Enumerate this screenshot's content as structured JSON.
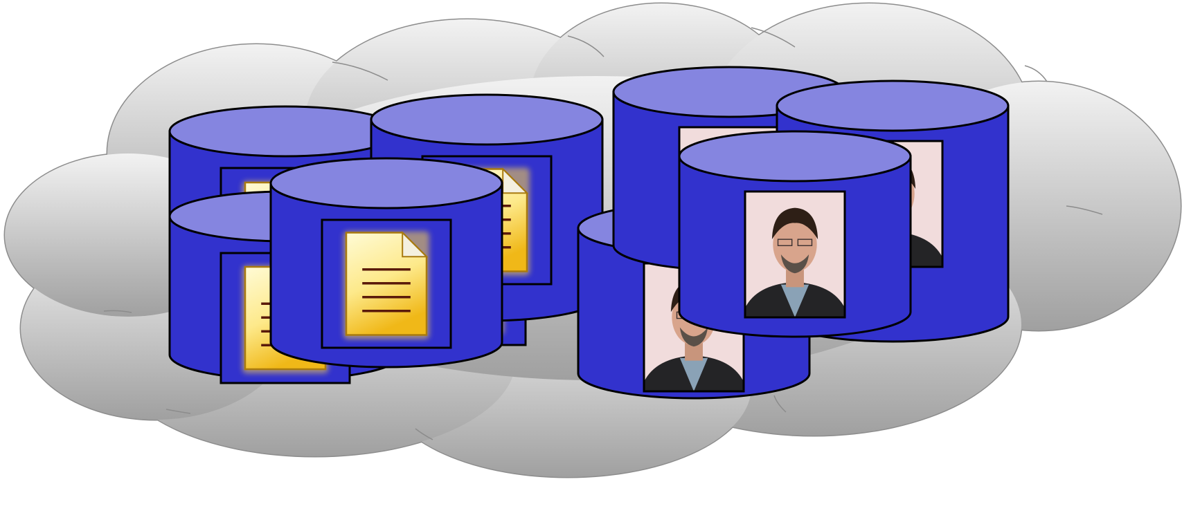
{
  "colors": {
    "background": "#ffffff",
    "cloud_top": "#f2f2f2",
    "cloud_bottom": "#a0a0a0",
    "cloud_outline": "#8c8c8c",
    "cylinder_body": "#3232cd",
    "cylinder_top": "#8585e0",
    "cylinder_outline": "#000000",
    "document_light": "#fffbd6",
    "document_dark": "#f0b818",
    "document_lines": "#5a1a0a",
    "photo_background": "#f1dcdc"
  },
  "icons": {
    "cloud": "cloud-shape",
    "database": "database-cylinder",
    "document": "document-icon",
    "photo": "person-photo"
  },
  "groups": {
    "left_cluster": {
      "content": "document",
      "cylinder_count": 4
    },
    "right_cluster": {
      "content": "photo",
      "cylinder_count": 4
    }
  }
}
